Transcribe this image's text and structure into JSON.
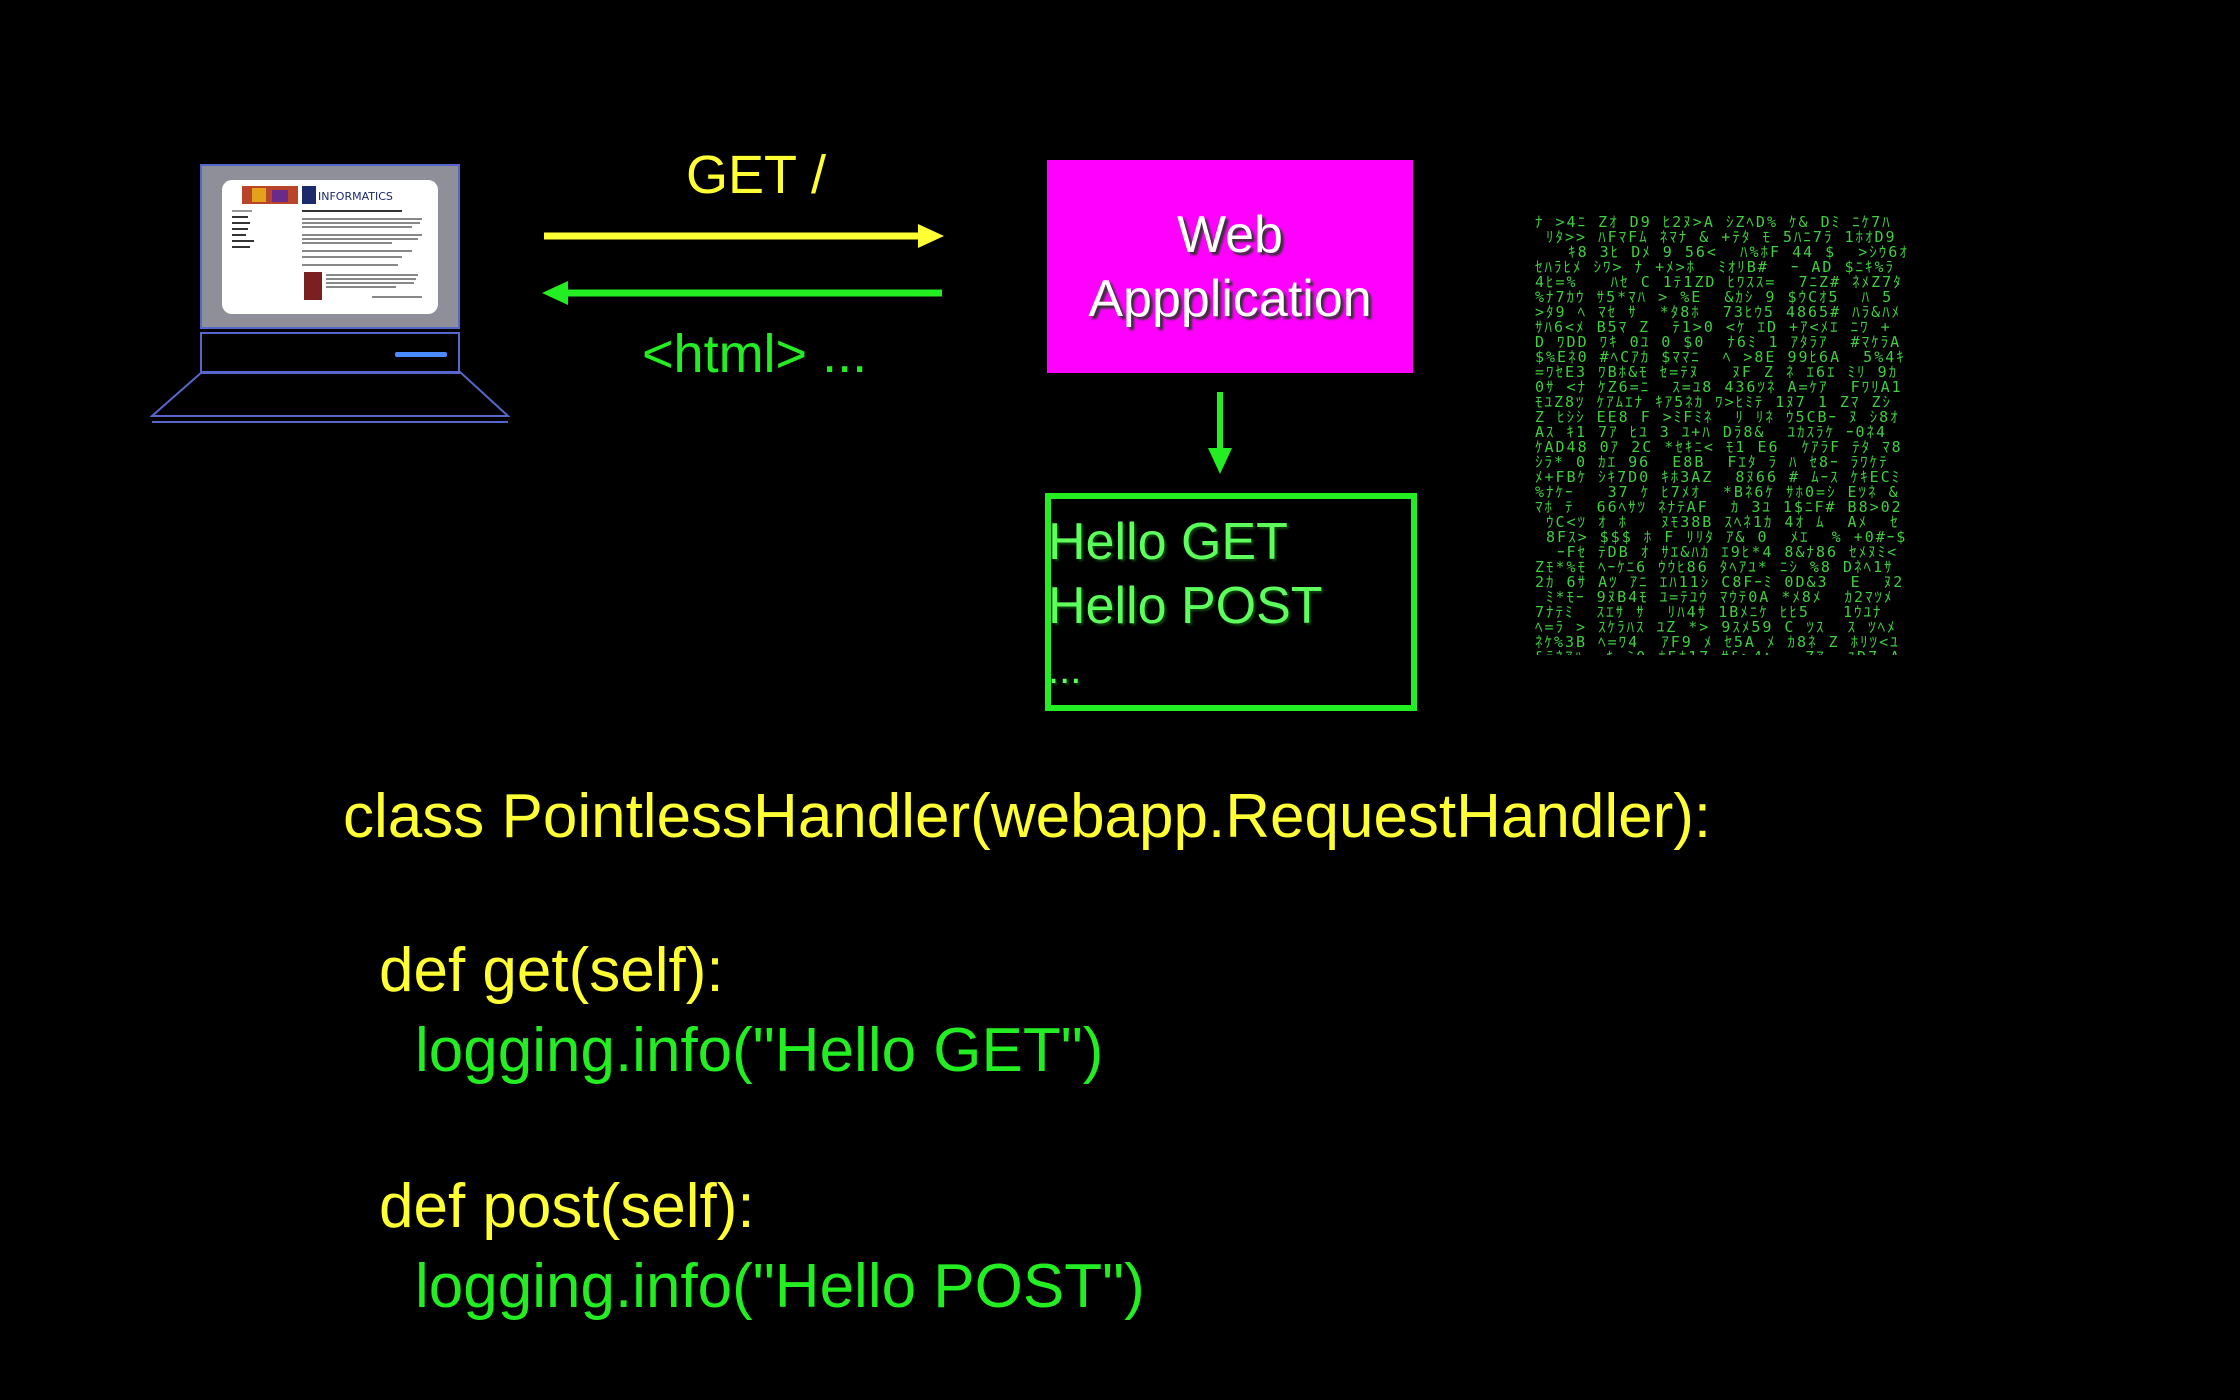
{
  "request": {
    "label": "GET /"
  },
  "response": {
    "label": "<html> ..."
  },
  "webapp": {
    "label": "Web\nAppplication"
  },
  "log": {
    "lines": [
      "Hello GET",
      "Hello POST",
      "..."
    ]
  },
  "code": {
    "line1": "class PointlessHandler(webapp.RequestHandler):",
    "line2": "def get(self):",
    "line3": "logging.info(\"Hello GET\")",
    "line4": "def post(self):",
    "line5": "logging.info(\"Hello POST\")"
  },
  "laptop": {
    "brand": "INFORMATICS"
  },
  "colors": {
    "background": "#000000",
    "request_arrow": "#ffff33",
    "response_arrow": "#22ee22",
    "webapp_box": "#ff00ff",
    "log_box": "#22ee22"
  },
  "icons": {
    "laptop": "laptop-icon",
    "matrix": "matrix-code-rain-image"
  }
}
